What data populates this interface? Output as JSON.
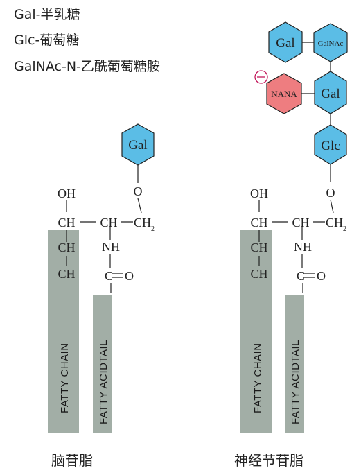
{
  "legend": [
    "Gal-半乳糖",
    "Glc-葡萄糖",
    "GalNAc-N-乙酰葡萄糖胺"
  ],
  "colors": {
    "sugar_blue": "#5bbde6",
    "nana_red": "#ee7d80",
    "charge_magenta": "#c2185b",
    "chain_gray": "#a2aea6"
  },
  "left_structure": {
    "caption": "脑苷脂",
    "sugar": "Gal",
    "oh": "OH",
    "ch_a": "CH",
    "ch_b": "CH",
    "ch2": "CH",
    "ch2_sub": "2",
    "o": "O",
    "nh": "NH",
    "c": "C",
    "eq_o": "O",
    "chain_ch_1": "CH",
    "chain_ch_2": "CH",
    "fatty_chain": "FATTY CHAIN",
    "fatty_acid_tail": "FATTY ACIDTAIL"
  },
  "right_structure": {
    "caption": "神经节苷脂",
    "sugars": {
      "gal_top": "Gal",
      "galnac": "GalNAc",
      "nana": "NANA",
      "gal_mid": "Gal",
      "glc": "Glc"
    },
    "charge": "−",
    "oh": "OH",
    "ch_a": "CH",
    "ch_b": "CH",
    "ch2": "CH",
    "ch2_sub": "2",
    "o": "O",
    "nh": "NH",
    "c": "C",
    "eq_o": "O",
    "chain_ch_1": "CH",
    "chain_ch_2": "CH",
    "fatty_chain": "FATTY CHAIN",
    "fatty_acid_tail": "FATTY ACIDTAIL"
  }
}
